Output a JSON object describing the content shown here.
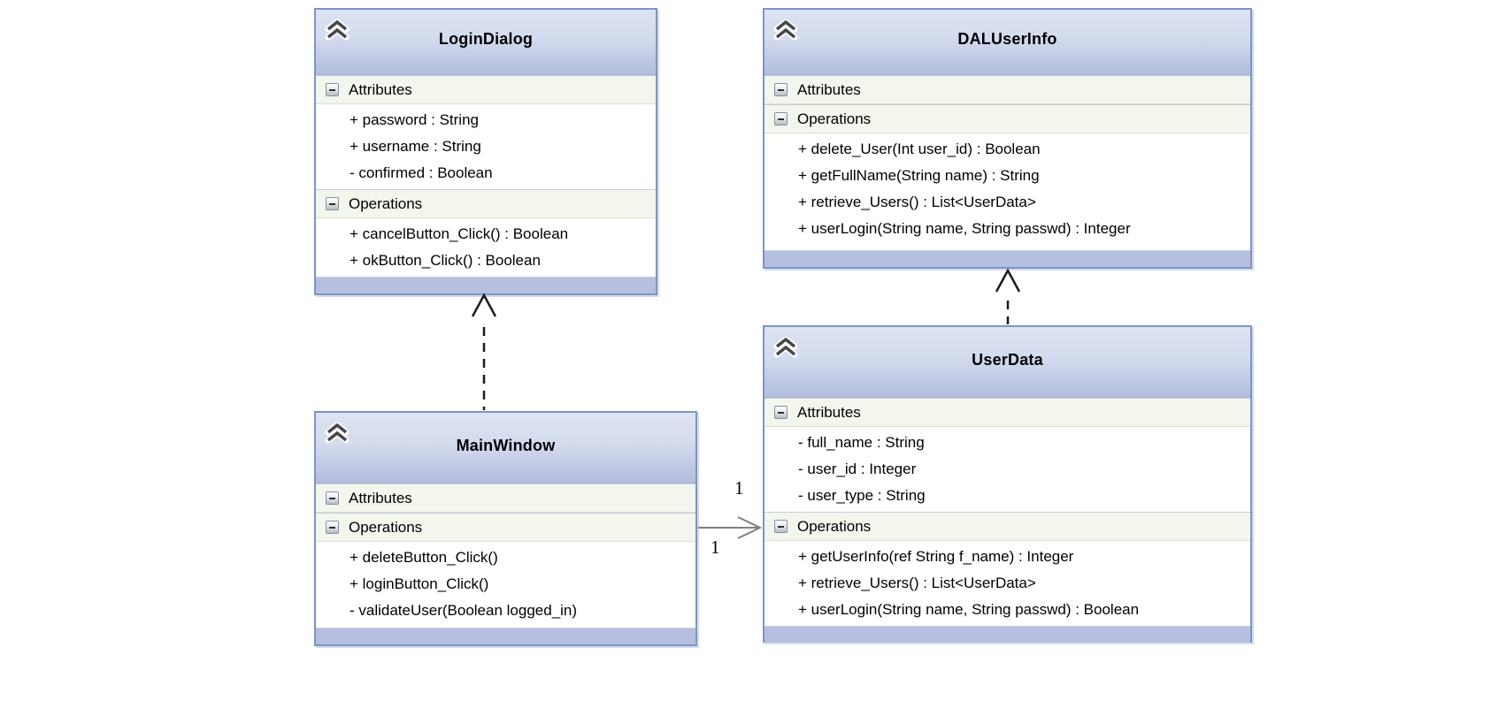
{
  "diagram": {
    "background": "#ffffff",
    "colors": {
      "box_border": "#7b96c4",
      "header_gradient_top": "#dce3f2",
      "header_gradient_bottom": "#b2bddc",
      "footer_band": "#b6bfde",
      "section_row_bg": "#f3f6ed",
      "member_row_bg": "#ffffff",
      "dependency_line": "#1a1a1a",
      "association_line": "#7f7f7f",
      "text": "#000000"
    },
    "classes": [
      {
        "name": "LoginDialog",
        "sections": [
          {
            "label": "Attributes",
            "members": [
              "+ password : String",
              "+ username : String",
              "- confirmed : Boolean"
            ]
          },
          {
            "label": "Operations",
            "members": [
              "+ cancelButton_Click() : Boolean",
              "+ okButton_Click() : Boolean"
            ]
          }
        ]
      },
      {
        "name": "DALUserInfo",
        "sections": [
          {
            "label": "Attributes",
            "members": []
          },
          {
            "label": "Operations",
            "members": [
              "+ delete_User(Int user_id) : Boolean",
              "+ getFullName(String name) : String",
              "+ retrieve_Users() : List<UserData>",
              "+ userLogin(String name, String passwd) : Integer"
            ]
          }
        ]
      },
      {
        "name": "MainWindow",
        "sections": [
          {
            "label": "Attributes",
            "members": []
          },
          {
            "label": "Operations",
            "members": [
              "+ deleteButton_Click()",
              "+ loginButton_Click()",
              "- validateUser(Boolean logged_in)"
            ]
          }
        ]
      },
      {
        "name": "UserData",
        "sections": [
          {
            "label": "Attributes",
            "members": [
              "- full_name : String",
              "- user_id : Integer",
              "- user_type : String"
            ]
          },
          {
            "label": "Operations",
            "members": [
              "+ getUserInfo(ref String f_name) : Integer",
              "+ retrieve_Users() : List<UserData>",
              "+ userLogin(String name, String passwd) : Boolean"
            ]
          }
        ]
      }
    ],
    "relationships": [
      {
        "type": "dependency",
        "from": "MainWindow",
        "to": "LoginDialog"
      },
      {
        "type": "dependency",
        "from": "UserData",
        "to": "DALUserInfo"
      },
      {
        "type": "association",
        "from": "MainWindow",
        "to": "UserData",
        "source_multiplicity": "1",
        "target_multiplicity": "1"
      }
    ]
  }
}
